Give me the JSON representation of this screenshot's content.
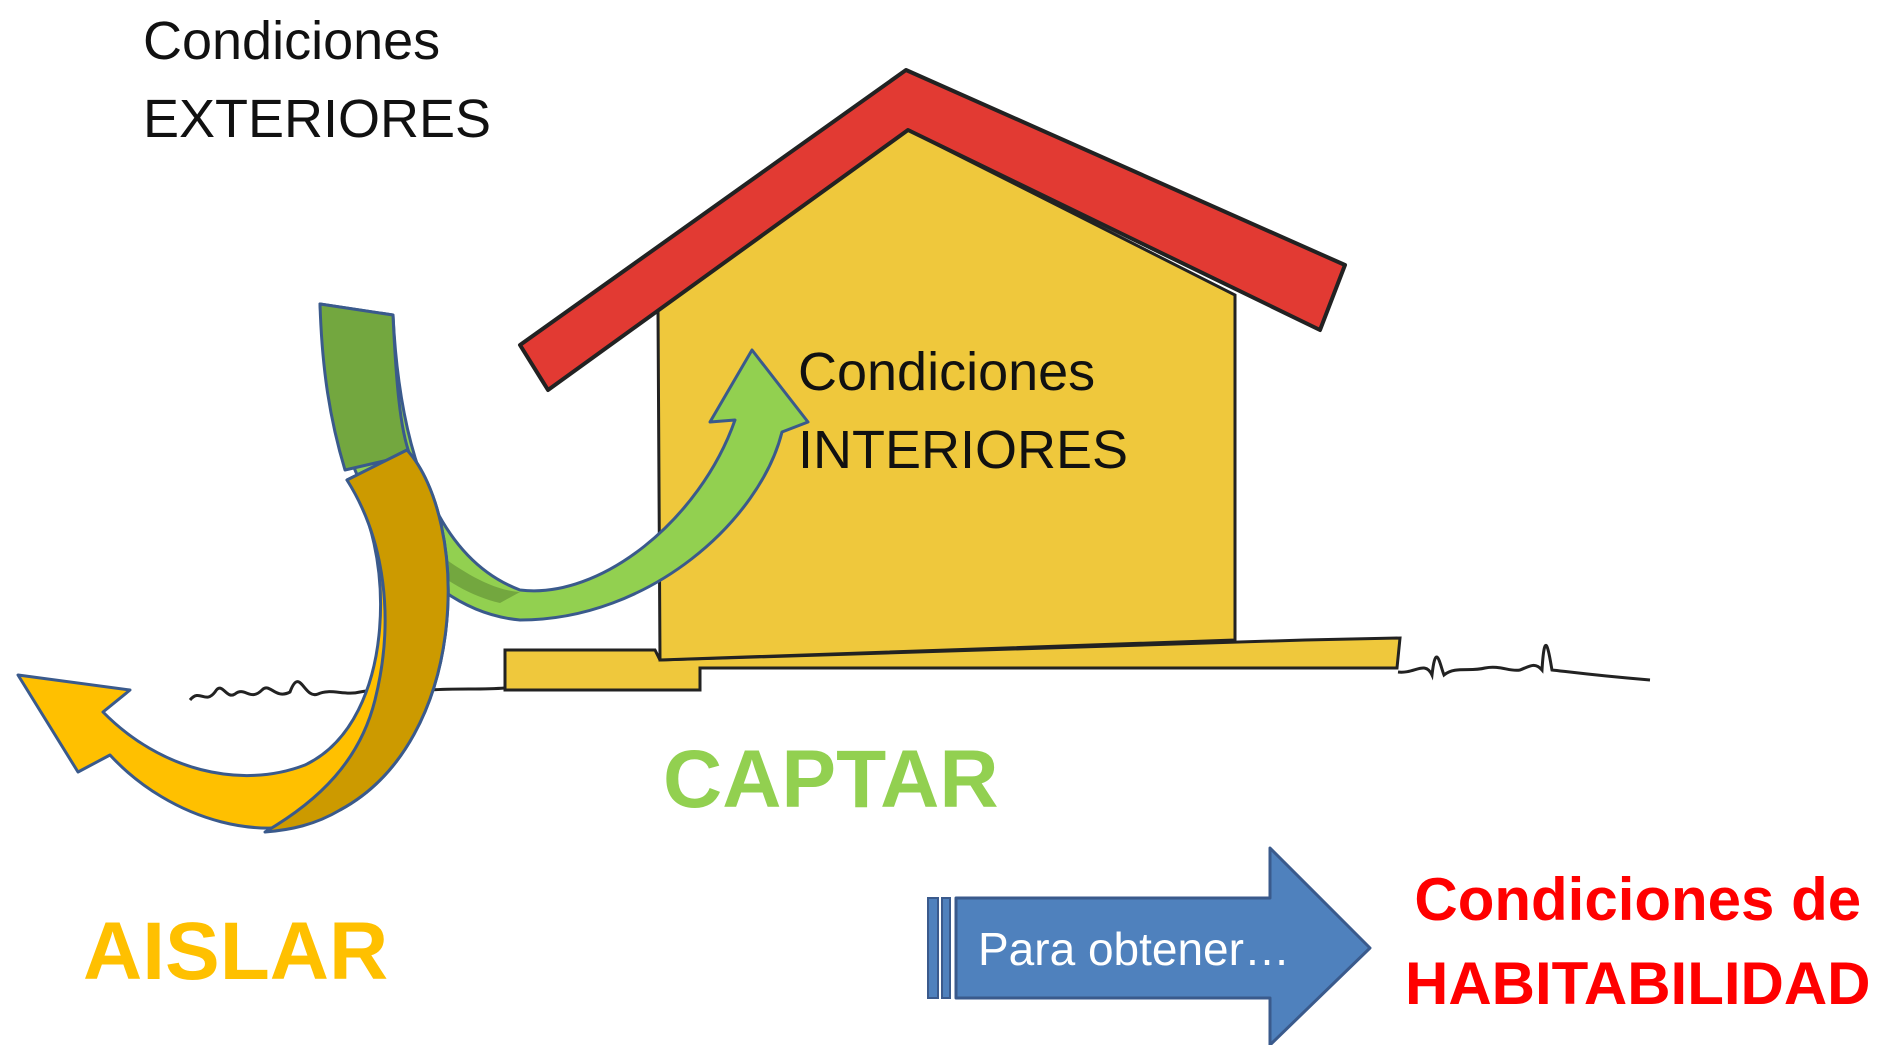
{
  "exterior": {
    "line1": "Condiciones",
    "line2": "EXTERIORES"
  },
  "interior": {
    "line1": "Condiciones",
    "line2": "INTERIORES"
  },
  "captar": "CAPTAR",
  "aislar": "AISLAR",
  "arrow_text": "Para obtener…",
  "result": {
    "line1": "Condiciones de",
    "line2": "HABITABILIDAD"
  },
  "colors": {
    "roof": "#e23a33",
    "house": "#efc83c",
    "captar": "#92d050",
    "captar_dark": "#73a73f",
    "aislar": "#ffc000",
    "aislar_dark": "#cc9a00",
    "arrow_blue": "#4f81bd",
    "result_red": "#ff0000"
  }
}
